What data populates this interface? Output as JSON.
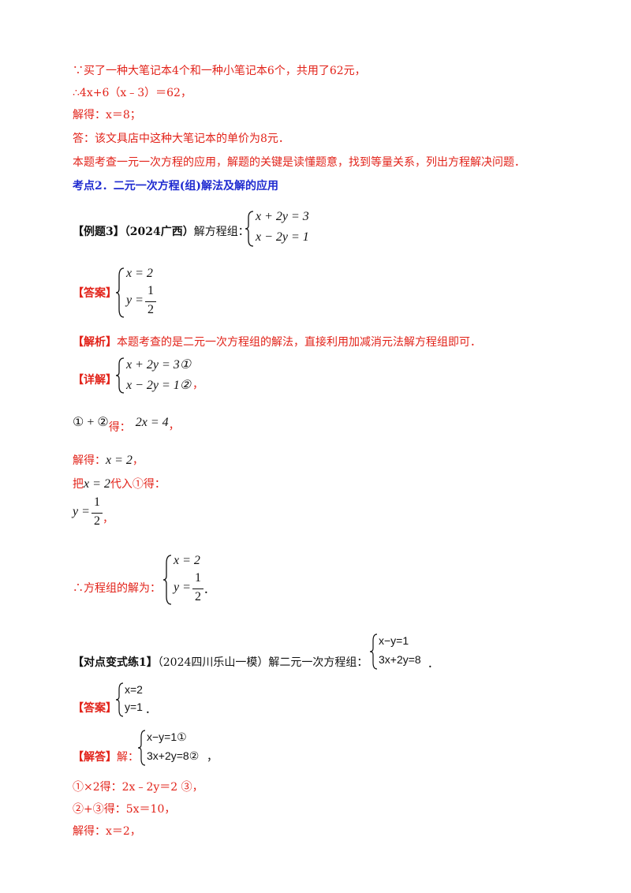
{
  "lines": {
    "l1": "∵买了一种大笔记本4个和一种小笔记本6个，共用了62元，",
    "l2": "∴4x+6（x﹣3）＝62，",
    "l3": "解得：x＝8；",
    "l4": "答：该文具店中这种大笔记本的单价为8元．",
    "l5": "本题考查一元一次方程的应用，解题的关键是读懂题意，找到等量关系，列出方程解决问题．"
  },
  "section": "考点2．二元一次方程(组)解法及解的应用",
  "example3": {
    "label": "【例题3】",
    "source": "（2024广西）",
    "prompt": "解方程组：",
    "eq1": "x + 2y = 3",
    "eq2": "x − 2y = 1"
  },
  "answer1": {
    "label": "【答案】",
    "x": "x = 2",
    "y_lhs": "y =",
    "num": "1",
    "den": "2"
  },
  "analysis": {
    "label": "【解析】",
    "text": "本题考查的是二元一次方程组的解法，直接利用加减消元法解方程组即可．"
  },
  "detail": {
    "label": "【详解】",
    "eq1": "x + 2y = 3①",
    "eq2": "x − 2y = 1②",
    "comma": "，",
    "step1_math": "① + ②",
    "step1_de": "得：",
    "step1_res": "2x = 4",
    "step1_end": "，",
    "step2": "解得：",
    "step2_math": "x = 2",
    "step2_end": "，",
    "step3_a": "把",
    "step3_math": "x = 2",
    "step3_b": "代入①得：",
    "y_lhs": "y =",
    "num": "1",
    "den": "2",
    "y_end": "，",
    "final_prefix": "∴方程组的解为：",
    "final_x": "x = 2",
    "final_y": "y =",
    "final_num": "1",
    "final_den": "2",
    "final_end": "．"
  },
  "practice1": {
    "label": "【对点变式练1】",
    "source": "（2024四川乐山一模）解二元一次方程组：",
    "eq1": "x−y=1",
    "eq2": "3x+2y=8",
    "end": "．"
  },
  "answer2": {
    "label": "【答案】",
    "x": "x=2",
    "y": "y=1",
    "end": "．"
  },
  "solution2": {
    "label": "【解答】",
    "prefix": "解：",
    "eq1": "x−y=1①",
    "eq2": "3x+2y=8②",
    "end": "，",
    "s1": "①×2得：2x﹣2y＝2 ③，",
    "s2": "②+③得：5x＝10，",
    "s3": "解得：x＝2，"
  }
}
